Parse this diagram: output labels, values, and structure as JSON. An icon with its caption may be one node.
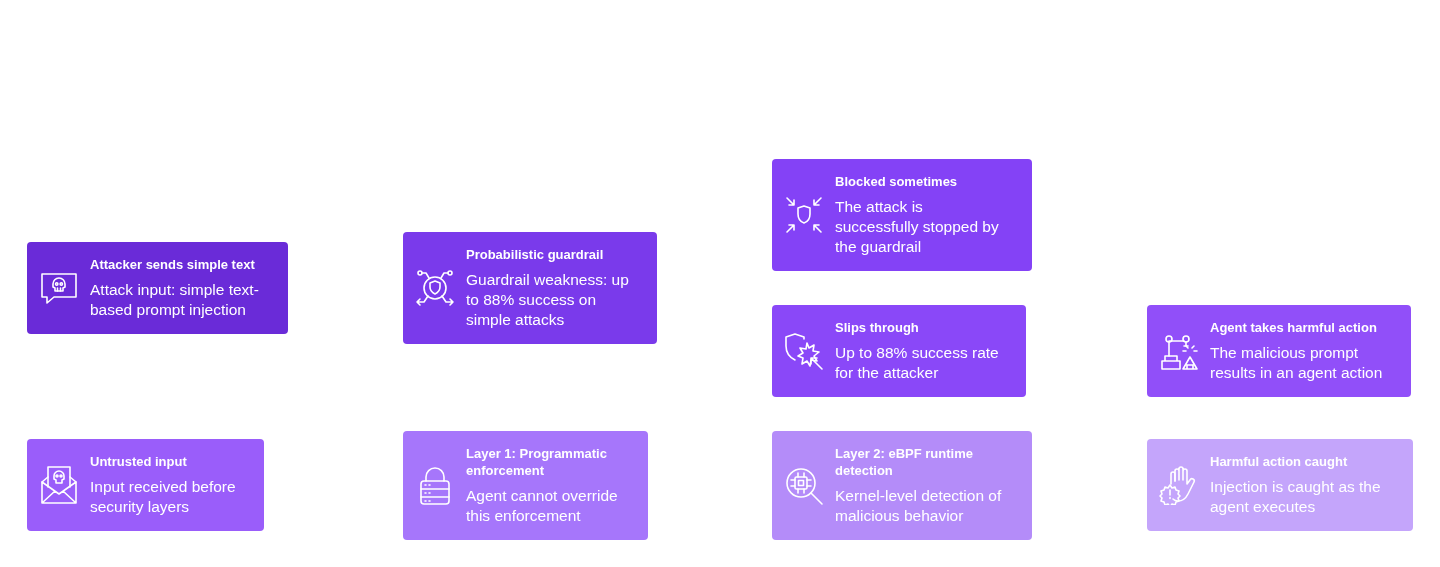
{
  "diagram": {
    "nodes": [
      {
        "text": [
          "Attacker sends simple text",
          "Attack input: simple text-based prompt injection"
        ]
      },
      {
        "text": [
          "Probabilistic guardrail",
          "Guardrail weakness: up to 88% success on simple attacks"
        ]
      },
      {
        "text": [
          "Blocked sometimes",
          "The attack is successfully stopped by the guardrail"
        ]
      },
      {
        "text": [
          "Slips through",
          "Up to 88% success rate for the attacker"
        ]
      },
      {
        "text": [
          "Agent takes harmful action",
          "The malicious prompt results in an agent action"
        ]
      },
      {
        "text": [
          "Untrusted input",
          "Input received before security layers"
        ]
      },
      {
        "text": [
          "Layer 1: Programmatic enforcement",
          "Agent cannot override this enforcement"
        ]
      },
      {
        "text": [
          "Layer 2: eBPF runtime detection",
          "Kernel-level detection of malicious behavior"
        ]
      },
      {
        "text": [
          "Harmful action caught",
          "Injection is caught as the agent executes"
        ]
      }
    ]
  }
}
